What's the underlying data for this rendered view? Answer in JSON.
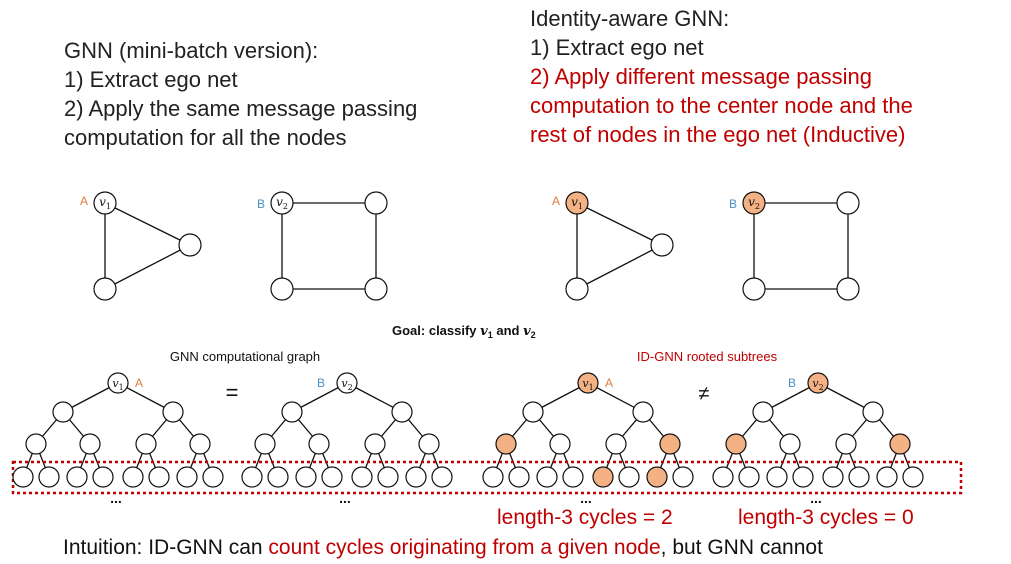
{
  "gnn_block": {
    "title": "GNN (mini-batch version):",
    "step1": "1) Extract ego net",
    "step2a": "2) Apply the same message passing",
    "step2b": "computation for all the nodes"
  },
  "idgnn_block": {
    "title": "Identity-aware GNN:",
    "step1": "1) Extract ego net",
    "step2a": "2) Apply different message passing",
    "step2b": "computation to the center node and the",
    "step2c": "rest of nodes in the ego net (Inductive)"
  },
  "node_labels": {
    "a": "A",
    "b": "B",
    "v1": "v",
    "v1_sub": "1",
    "v2": "v",
    "v2_sub": "2"
  },
  "goal": {
    "prefix": "Goal: classify ",
    "v1": "v",
    "v1_sub": "1",
    "and": " and ",
    "v2": "v",
    "v2_sub": "2"
  },
  "tree_titles": {
    "gnn": "GNN computational graph",
    "idgnn": "ID-GNN rooted subtrees"
  },
  "symbols": {
    "equal": "=",
    "not_equal": "≠",
    "ellipsis": "..."
  },
  "cycle_counts": {
    "left": "length-3 cycles = 2",
    "right": "length-3 cycles = 0"
  },
  "intuition": {
    "label": "Intuition:",
    "part1": " ID-GNN can ",
    "highlight": "count cycles originating from a given node",
    "part2": ", but GNN cannot"
  },
  "colors": {
    "highlight_fill": "#f4b183",
    "red_text": "#c00000",
    "orange_label": "#e07b39",
    "blue_label": "#4a90c8",
    "dotted_box": "#c00000"
  }
}
